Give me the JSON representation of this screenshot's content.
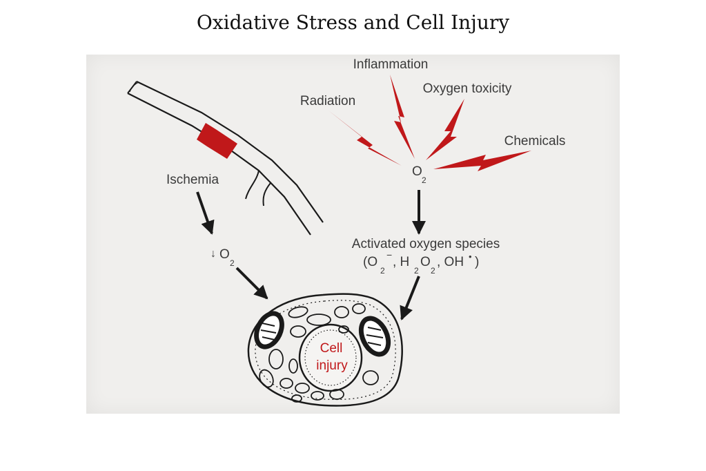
{
  "title": "Oxidative Stress and Cell Injury",
  "labels": {
    "inflammation": "Inflammation",
    "oxygen_toxicity": "Oxygen toxicity",
    "radiation": "Radiation",
    "chemicals": "Chemicals",
    "ischemia": "Ischemia",
    "o2_symbol": "O",
    "o2_sub": "2",
    "decreased_arrow": "↓",
    "activated_species": "Activated oxygen species",
    "species_open": "(O",
    "superoxide_charge": "−",
    "species_sep1": ", H",
    "species_o": "O",
    "species_sep2": ", OH",
    "radical_dot": "•",
    "species_close": ")",
    "cell": "Cell",
    "injury": "injury"
  },
  "colors": {
    "accent_red": "#c0181a",
    "ink": "#1a1a1a",
    "label_gray": "#3a3a3a",
    "panel": "#f0efed"
  }
}
